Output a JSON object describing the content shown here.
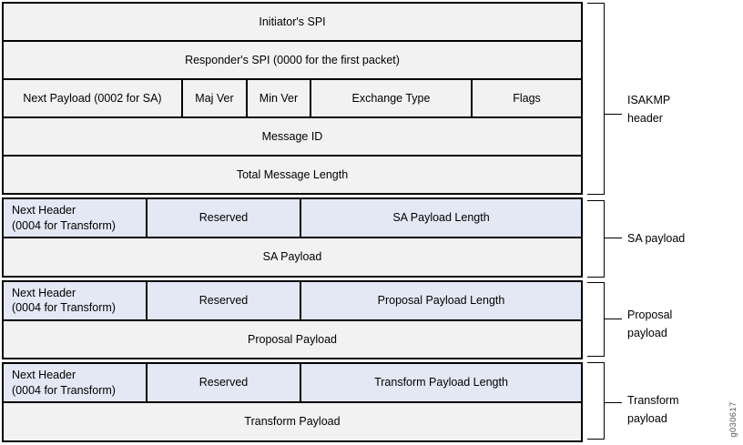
{
  "figure": {
    "type": "packet-structure-diagram",
    "colors": {
      "header_fill": "#f2f2f2",
      "payload_header_fill": "#e4e8f5",
      "border": "#000000"
    },
    "isakmp_header": {
      "initiators_spi": "Initiator's SPI",
      "responders_spi": "Responder's SPI (0000 for the first packet)",
      "next_payload": "Next Payload (0002 for SA)",
      "maj_ver": "Maj Ver",
      "min_ver": "Min Ver",
      "exchange_type": "Exchange Type",
      "flags": "Flags",
      "message_id": "Message ID",
      "total_message_length": "Total Message Length"
    },
    "sa_payload": {
      "next_header_line1": "Next Header",
      "next_header_line2": "(0004 for Transform)",
      "reserved": "Reserved",
      "length": "SA Payload Length",
      "body": "SA Payload"
    },
    "proposal_payload": {
      "next_header_line1": "Next Header",
      "next_header_line2": "(0004 for Transform)",
      "reserved": "Reserved",
      "length": "Proposal Payload Length",
      "body": "Proposal Payload"
    },
    "transform_payload": {
      "next_header_line1": "Next Header",
      "next_header_line2": "(0004 for Transform)",
      "reserved": "Reserved",
      "length": "Transform Payload Length",
      "body": "Transform Payload"
    },
    "annotations": {
      "isakmp_header_line1": "ISAKMP",
      "isakmp_header_line2": "header",
      "sa_payload": "SA payload",
      "proposal_line1": "Proposal",
      "proposal_line2": "payload",
      "transform_line1": "Transform",
      "transform_line2": "payload"
    },
    "figure_id": "g030617"
  }
}
